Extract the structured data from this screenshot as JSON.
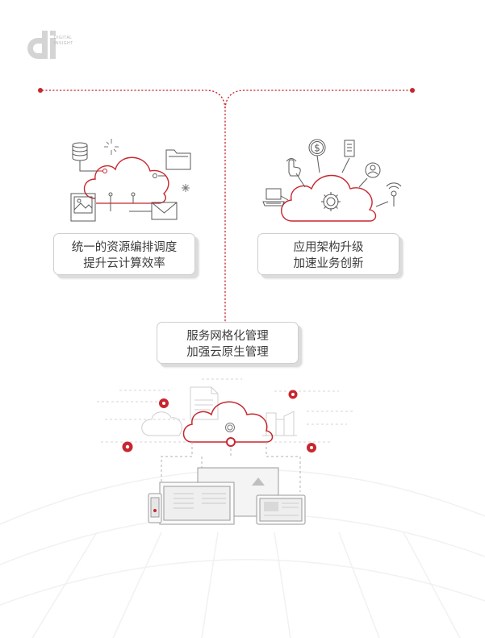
{
  "logo": {
    "mark": "di",
    "small_line_1": "DIGITAL",
    "small_line_2": "INSIGHT"
  },
  "colors": {
    "accent": "#c8262e",
    "line_gray": "#5a5a5a",
    "icon_gray": "#7a7a7a",
    "light_gray": "#d0d0d0"
  },
  "boxes": {
    "left": {
      "line1": "统一的资源编排调度",
      "line2": "提升云计算效率"
    },
    "right": {
      "line1": "应用架构升级",
      "line2": "加速业务创新"
    },
    "middle": {
      "line1": "服务网格化管理",
      "line2": "加强云原生管理"
    }
  },
  "icons": {
    "right_cluster": {
      "dollar": "$"
    }
  }
}
